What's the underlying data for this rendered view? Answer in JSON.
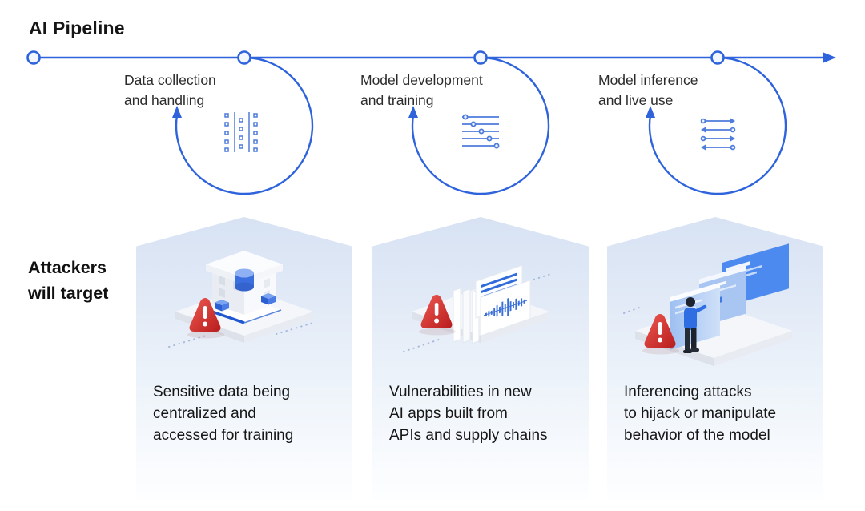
{
  "title": "AI Pipeline",
  "colors": {
    "accent_blue": "#2e63dc",
    "icon_blue": "#4d7cdb",
    "warning_red": "#c62828",
    "panel_top": "#d7e2f3",
    "panel_bottom": "#fdfeff",
    "text_dark": "#161616"
  },
  "timeline": {
    "stages": [
      {
        "id": "data-collection",
        "label_lines": [
          "Data collection",
          "and handling"
        ],
        "icon": "data-table-icon"
      },
      {
        "id": "model-development",
        "label_lines": [
          "Model development",
          "and training"
        ],
        "icon": "sliders-icon"
      },
      {
        "id": "model-inference",
        "label_lines": [
          "Model inference",
          "and live use"
        ],
        "icon": "exchange-arrows-icon"
      }
    ]
  },
  "attackers_label_lines": [
    "Attackers",
    "will target"
  ],
  "targets": [
    {
      "id": "sensitive-data",
      "caption_lines": [
        "Sensitive data being",
        "centralized and",
        "accessed for training"
      ],
      "illustration": "data-warehouse-warning"
    },
    {
      "id": "ai-app-vulnerabilities",
      "caption_lines": [
        "Vulnerabilities in new",
        "AI apps built from",
        "APIs and supply chains"
      ],
      "illustration": "documents-warning"
    },
    {
      "id": "inferencing-attacks",
      "caption_lines": [
        "Inferencing attacks",
        "to hijack or manipulate",
        "behavior of the model"
      ],
      "illustration": "person-screens-warning"
    }
  ]
}
